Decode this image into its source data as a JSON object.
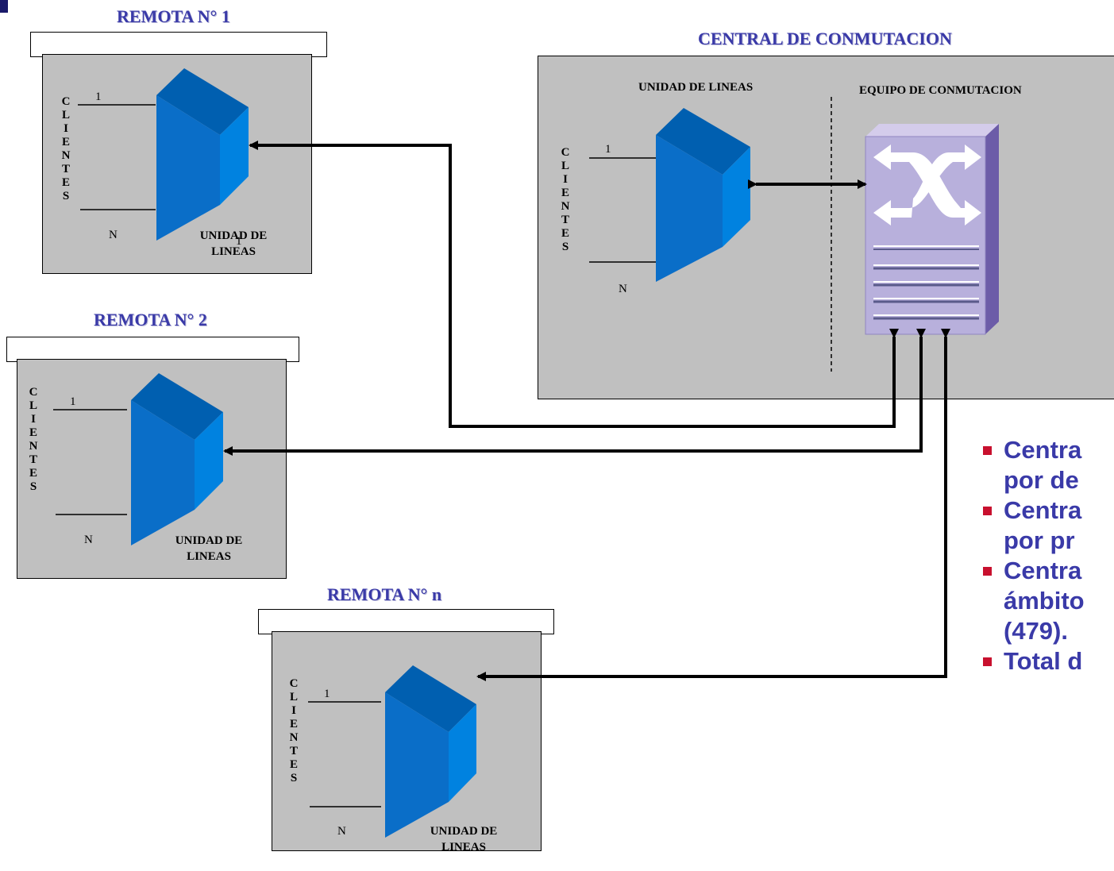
{
  "remote1": {
    "title": "REMOTA N° 1",
    "clients": [
      "C",
      "L",
      "I",
      "E",
      "N",
      "T",
      "E",
      "S"
    ],
    "line_first": "1",
    "line_last": "N",
    "unit_label": [
      "UNIDAD DE",
      "LINEAS"
    ],
    "stray": "1"
  },
  "remote2": {
    "title": "REMOTA N° 2",
    "clients": [
      "C",
      "L",
      "I",
      "E",
      "N",
      "T",
      "E",
      "S"
    ],
    "line_first": "1",
    "line_last": "N",
    "unit_label": [
      "UNIDAD DE",
      "LINEAS"
    ]
  },
  "remoten": {
    "title": "REMOTA N°  n",
    "clients": [
      "C",
      "L",
      "I",
      "E",
      "N",
      "T",
      "E",
      "S"
    ],
    "line_first": "1",
    "line_last": "N",
    "unit_label": [
      "UNIDAD DE",
      "LINEAS"
    ]
  },
  "central": {
    "title": "CENTRAL DE CONMUTACION",
    "line_unit_title": "UNIDAD DE LINEAS",
    "switch_title": "EQUIPO DE CONMUTACION",
    "clients": [
      "C",
      "L",
      "I",
      "E",
      "N",
      "T",
      "E",
      "S"
    ],
    "line_first": "1",
    "line_last": "N"
  },
  "bullets": [
    {
      "line1": "Centra",
      "line2": "por de"
    },
    {
      "line1": "Centra",
      "line2": "por pr"
    },
    {
      "line1": "Centra",
      "line2": "ámbito",
      "line3": "(479)."
    },
    {
      "line1": "Total d"
    }
  ],
  "colors": {
    "title": "#3a3aa8",
    "panel": "#c0c0c0",
    "unit_front": "#0a6ec8",
    "unit_side": "#0080e0",
    "unit_top": "#005fb0",
    "switch_body": "#b8b0dc",
    "switch_side": "#6c5ca8",
    "bullet_marker": "#c8102e"
  },
  "icons": [
    "line-unit-icon",
    "switch-icon",
    "arrow-icon"
  ]
}
